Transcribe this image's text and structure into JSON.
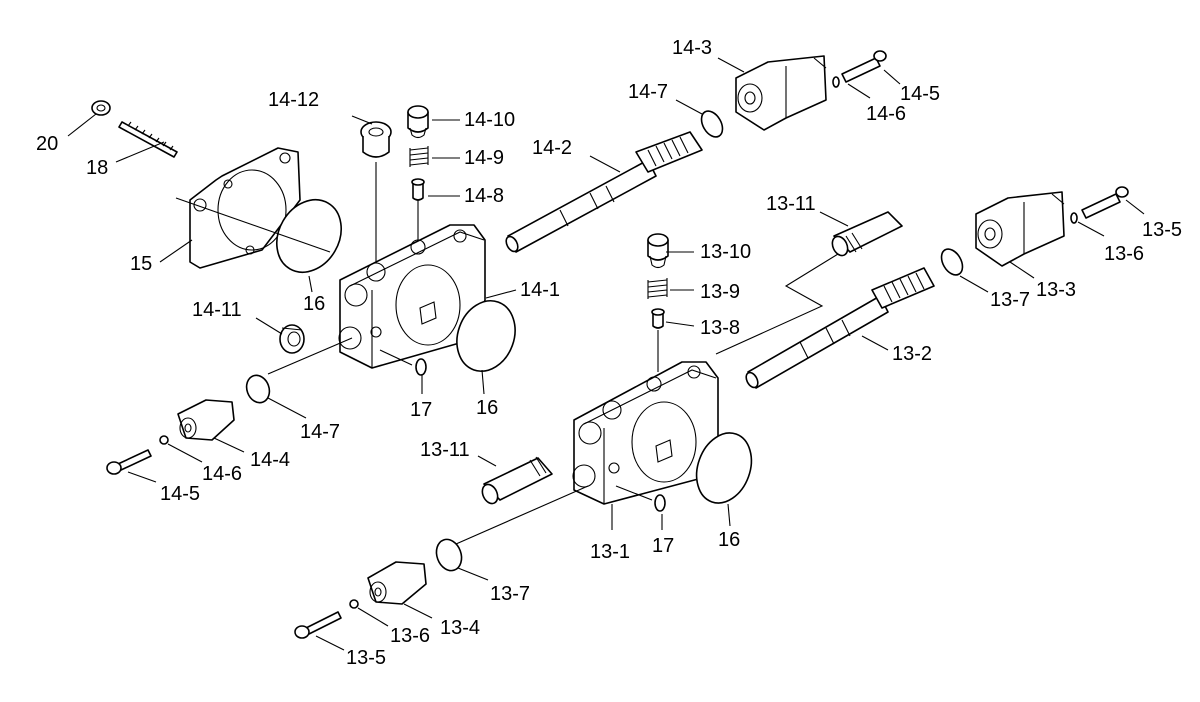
{
  "diagram": {
    "labels": {
      "p20": "20",
      "p18": "18",
      "p15": "15",
      "p16a": "16",
      "p16b": "16",
      "p16c": "16",
      "p17a": "17",
      "p17b": "17",
      "p14_1": "14-1",
      "p14_2": "14-2",
      "p14_3": "14-3",
      "p14_4": "14-4",
      "p14_5a": "14-5",
      "p14_5b": "14-5",
      "p14_6a": "14-6",
      "p14_6b": "14-6",
      "p14_7a": "14-7",
      "p14_7b": "14-7",
      "p14_8": "14-8",
      "p14_9": "14-9",
      "p14_10": "14-10",
      "p14_11": "14-11",
      "p14_12": "14-12",
      "p13_1": "13-1",
      "p13_2": "13-2",
      "p13_3": "13-3",
      "p13_4": "13-4",
      "p13_5a": "13-5",
      "p13_5b": "13-5",
      "p13_6a": "13-6",
      "p13_6b": "13-6",
      "p13_7a": "13-7",
      "p13_7b": "13-7",
      "p13_8": "13-8",
      "p13_9": "13-9",
      "p13_10": "13-10",
      "p13_11a": "13-11",
      "p13_11b": "13-11"
    }
  }
}
